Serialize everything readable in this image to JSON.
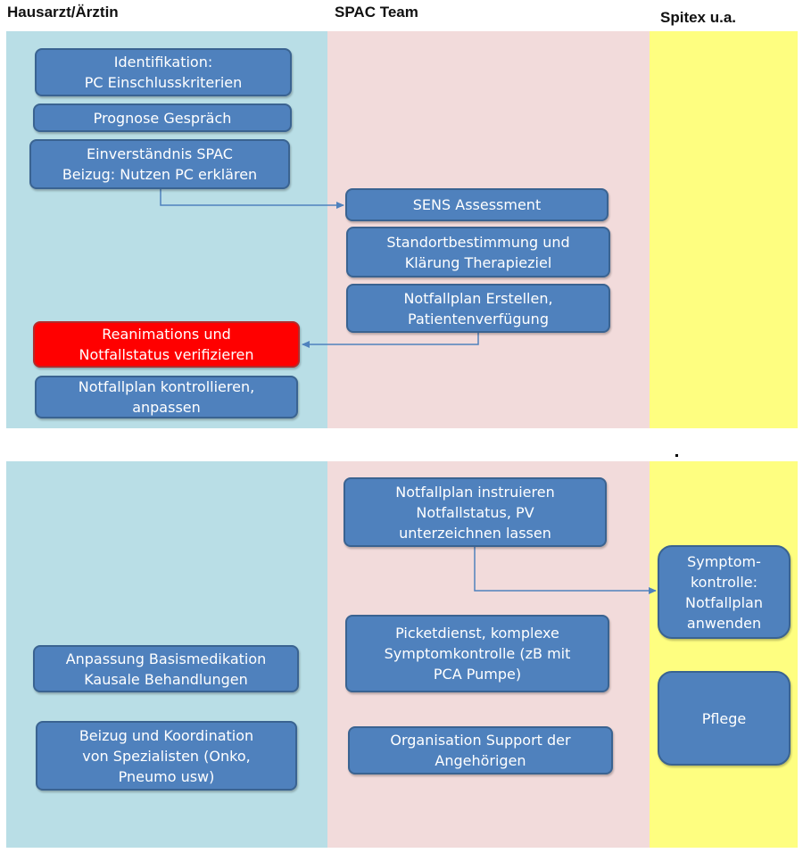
{
  "headers": {
    "hausarzt": "Hausarzt/Ärztin",
    "spac": "SPAC Team",
    "spitex": "Spitex u.a."
  },
  "lane_colors": {
    "hausarzt": "#b9dee6",
    "spac": "#f2dbdb",
    "spitex": "#fefe80",
    "box_fill": "#4f81bd",
    "box_alert": "#ff0000",
    "connector": "#4f81bd"
  },
  "section1": {
    "identifikation": "Identifikation:\nPC Einschlusskriterien",
    "prognose": "Prognose Gespräch",
    "einverstaendnis": "Einverständnis SPAC\nBeizug: Nutzen PC erklären",
    "sens": "SENS Assessment",
    "standort": "Standortbestimmung und\nKlärung Therapieziel",
    "notfallplan_erstellen": "Notfallplan Erstellen,\nPatientenverfügung",
    "reanimation": "Reanimations und\nNotfallstatus verifizieren",
    "notfallplan_kontrollieren": "Notfallplan kontrollieren,\nanpassen"
  },
  "section2": {
    "notfallplan_instruieren": "Notfallplan instruieren\nNotfallstatus, PV\nunterzeichnen lassen",
    "symptomkontrolle": "Symptom-\nkontrolle:\nNotfallplan\nanwenden",
    "picketdienst": "Picketdienst, komplexe\nSymptomkontrolle (zB mit\nPCA Pumpe)",
    "basismedikation": "Anpassung Basismedikation\nKausale Behandlungen",
    "pflege": "Pflege",
    "spezialisten": "Beizug und Koordination\nvon Spezialisten (Onko,\nPneumo usw)",
    "support": "Organisation Support der\nAngehörigen"
  },
  "connectors": [
    {
      "from": "einverstaendnis",
      "to": "sens"
    },
    {
      "from": "notfallplan_erstellen",
      "to": "reanimation"
    },
    {
      "from": "notfallplan_instruieren",
      "to": "symptomkontrolle"
    }
  ]
}
